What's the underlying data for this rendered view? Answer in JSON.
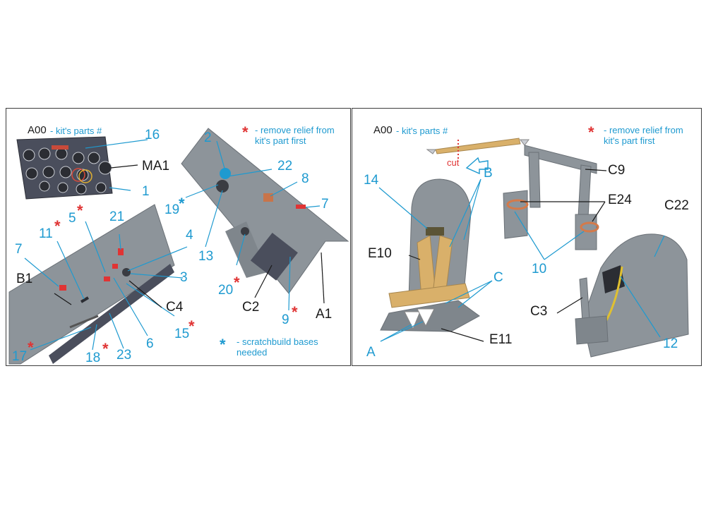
{
  "left_panel": {
    "header_code": "A00",
    "header_text": " - kit's parts #",
    "note_relief": "- remove relief from kit's part first",
    "note_scratch": "- scratchbuild bases needed",
    "asterisk": "*",
    "labels": {
      "n16": "16",
      "ma1": "MA1",
      "n1": "1",
      "n2": "2",
      "n22": "22",
      "n8": "8",
      "n7a": "7",
      "n19": "19",
      "n13": "13",
      "n20": "20",
      "n9": "9",
      "c2": "C2",
      "a1": "A1",
      "n5": "5",
      "n21": "21",
      "n11": "11",
      "n4": "4",
      "n7b": "7",
      "b1": "B1",
      "n3": "3",
      "c4": "C4",
      "n15": "15",
      "n6": "6",
      "n17": "17",
      "n18": "18",
      "n23": "23"
    }
  },
  "right_panel": {
    "header_code": "A00",
    "header_text": " - kit's parts #",
    "note_relief": "- remove relief from kit's part first",
    "cut_label": "cut",
    "asterisk": "*",
    "labels": {
      "c9": "C9",
      "n14": "14",
      "b": "B",
      "e24": "E24",
      "c22": "C22",
      "e10": "E10",
      "n10": "10",
      "c": "C",
      "c3": "C3",
      "a": "A",
      "e11": "E11",
      "n12": "12"
    }
  },
  "colors": {
    "label_blue": "#1e9ad0",
    "asterisk_red": "#e03434",
    "part_gray": "#8d949a",
    "panel_dark": "#4a4e5c",
    "belt_tan": "#d9b06a"
  }
}
